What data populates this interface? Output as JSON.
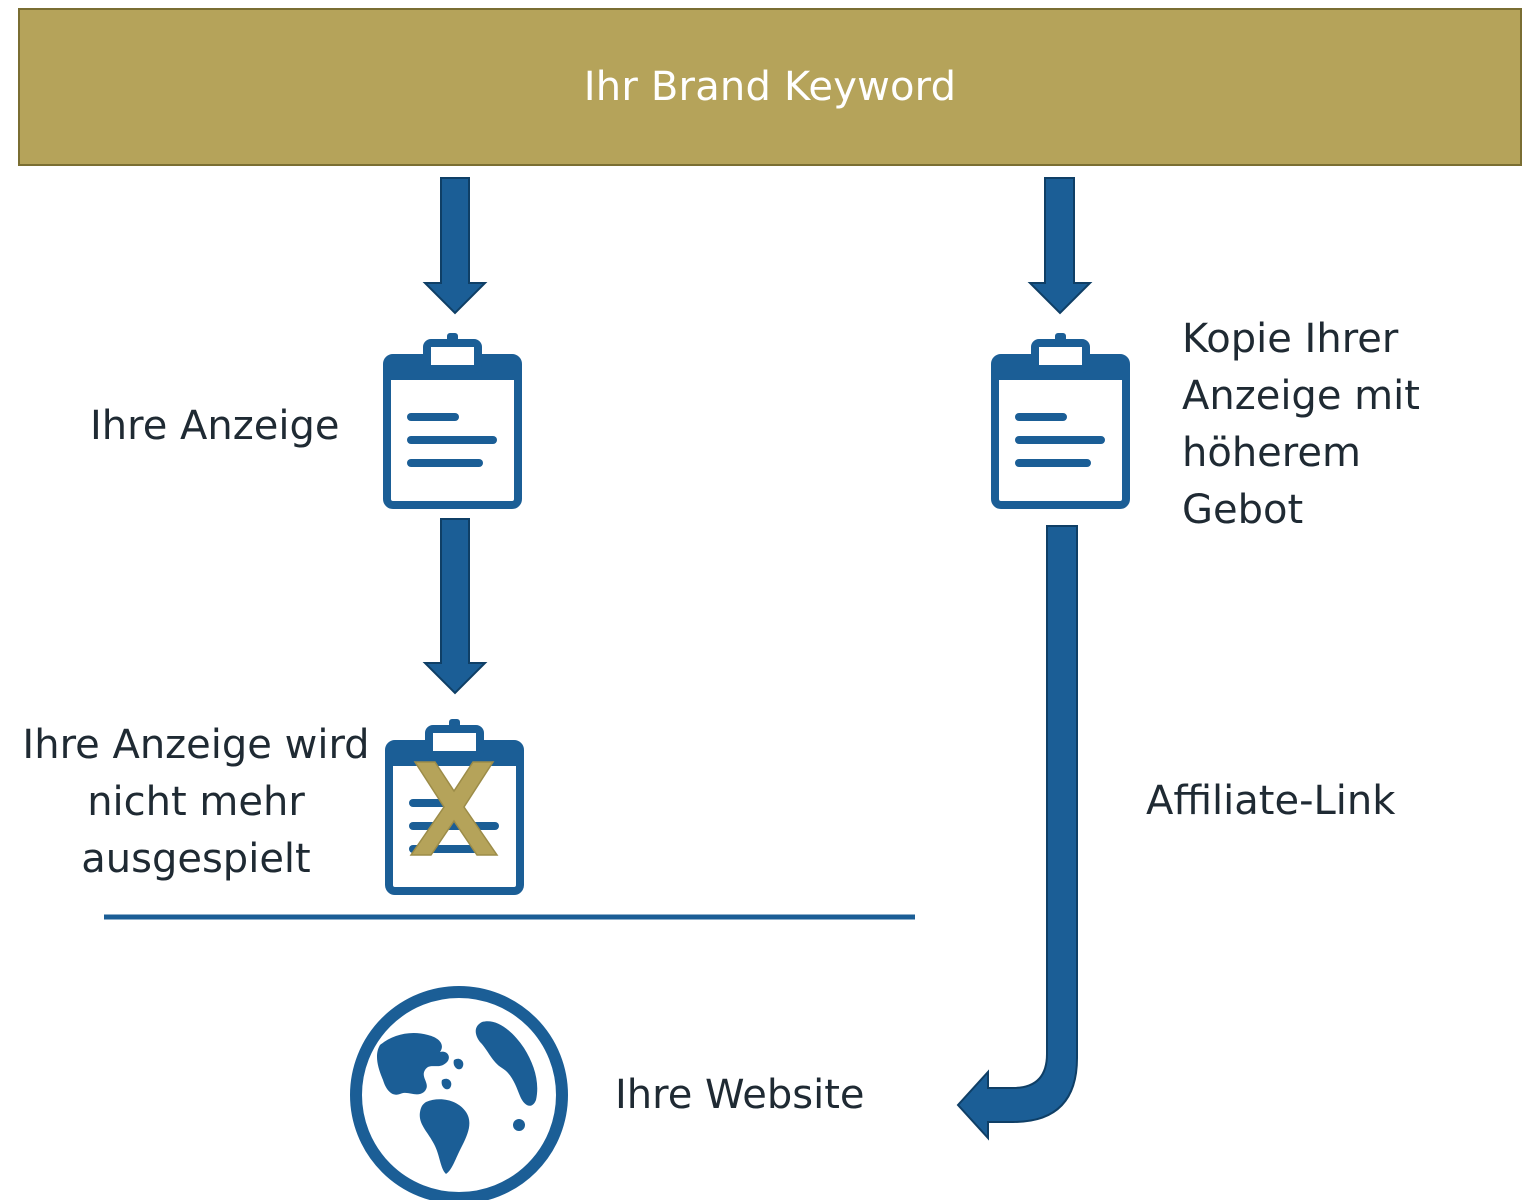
{
  "colors": {
    "blue": "#1b5e96",
    "gold": "#b5a35a",
    "text": "#1f2a33"
  },
  "banner": {
    "text": "Ihr Brand Keyword"
  },
  "nodes": {
    "your_ad": "Ihre Anzeige",
    "ad_stopped": [
      "Ihre Anzeige wird",
      "nicht mehr",
      "ausgespielt"
    ],
    "copy_ad": [
      "Kopie Ihrer",
      "Anzeige mit",
      "höherem",
      "Gebot"
    ],
    "affiliate_link": "Affiliate-Link",
    "website": "Ihre Website"
  },
  "icons": [
    "clipboard-icon",
    "clipboard-crossed-icon",
    "globe-icon",
    "down-arrow-icon",
    "left-arrow-icon"
  ]
}
